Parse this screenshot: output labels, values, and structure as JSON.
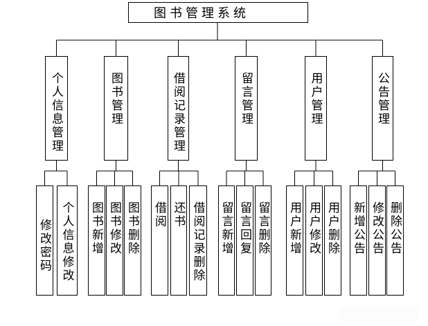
{
  "diagram": {
    "type": "tree-structure-diagram",
    "root": {
      "label": "图书管理系统"
    },
    "branches": [
      {
        "label": "个人信息管理",
        "children": [
          {
            "label": "修改密码"
          },
          {
            "label": "个人信息修改"
          }
        ]
      },
      {
        "label": "图书管理",
        "children": [
          {
            "label": "图书新增"
          },
          {
            "label": "图书修改"
          },
          {
            "label": "图书删除"
          }
        ]
      },
      {
        "label": "借阅记录管理",
        "children": [
          {
            "label": "借阅"
          },
          {
            "label": "还书"
          },
          {
            "label": "借阅记录删除"
          }
        ]
      },
      {
        "label": "留言管理",
        "children": [
          {
            "label": "留言新增"
          },
          {
            "label": "留言回复"
          },
          {
            "label": "留言删除"
          }
        ]
      },
      {
        "label": "用户管理",
        "children": [
          {
            "label": "用户新增"
          },
          {
            "label": "用户修改"
          },
          {
            "label": "用户删除"
          }
        ]
      },
      {
        "label": "公告管理",
        "children": [
          {
            "label": "新增公告"
          },
          {
            "label": "修改公告"
          },
          {
            "label": "删除公告"
          }
        ]
      }
    ],
    "colors": {
      "line": "#000000",
      "text": "#000000",
      "box_fill": "#ffffff",
      "background": "#ffffff"
    }
  }
}
